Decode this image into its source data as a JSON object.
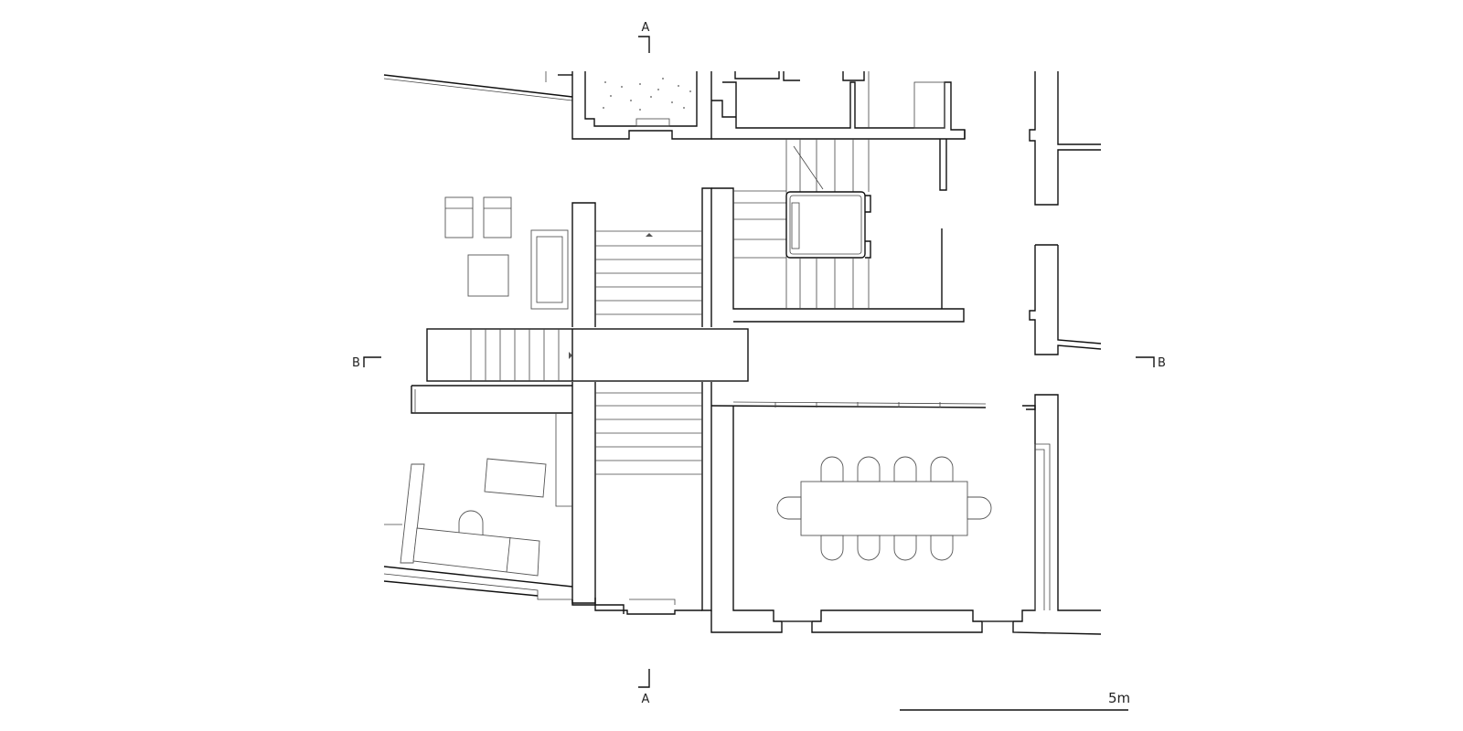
{
  "section_markers": {
    "a_top": "A",
    "a_bottom": "A",
    "b_left": "B",
    "b_right": "B"
  },
  "scale_bar": {
    "label": "5m"
  }
}
